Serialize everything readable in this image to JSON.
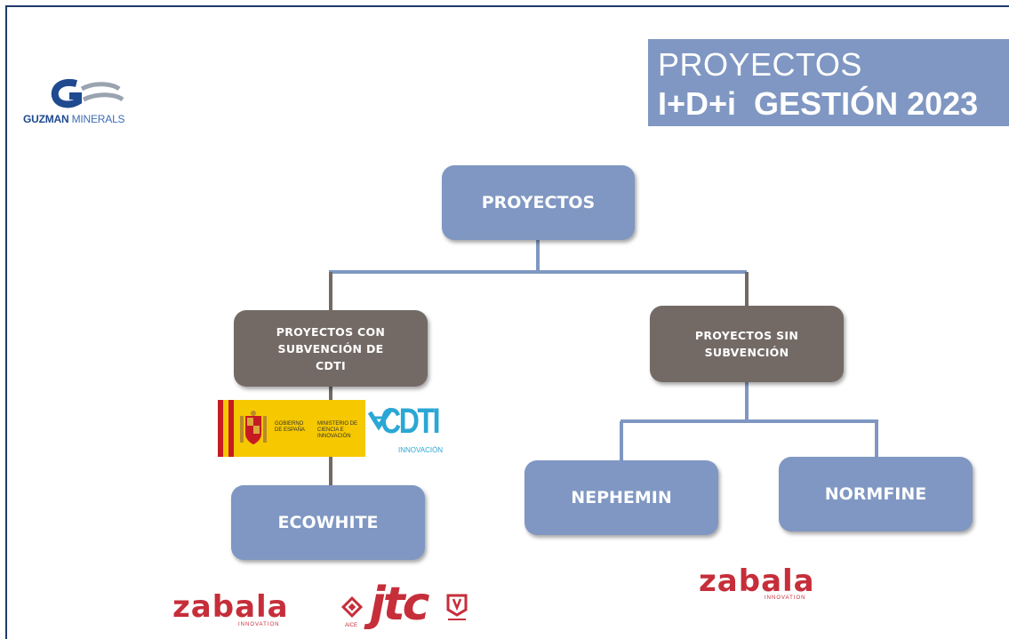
{
  "company": {
    "name_bold": "GUZMAN",
    "name_light": "MINERALS"
  },
  "title": {
    "line1": "PROYECTOS",
    "line2": "I+D+i  GESTIÓN 2023"
  },
  "nodes": {
    "root": "PROYECTOS",
    "with_grant": "PROYECTOS CON\nSUBVENCIÓN DE\nCDTI",
    "without_grant": "PROYECTOS SIN\nSUBVENCIÓN",
    "ecowhite": "ECOWHITE",
    "nephemin": "NEPHEMIN",
    "normfine": "NORMFINE"
  },
  "logos": {
    "gobierno_l1": "GOBIERNO DE ESPAÑA",
    "ministerio": "MINISTERIO DE CIENCIA E INNOVACIÓN",
    "cdti": "CDTI",
    "cdti_sub": "INNOVACIÓN",
    "zabala": "zabala",
    "zabala_sub": "INNOVATION",
    "aice": "AICE",
    "jtc": "jtc"
  },
  "colors": {
    "blue_box": "#7f97c2",
    "gray_box": "#736a66",
    "connector_blue": "#7f97c2",
    "connector_gray": "#736a66",
    "logo_red": "#c62e3a"
  }
}
